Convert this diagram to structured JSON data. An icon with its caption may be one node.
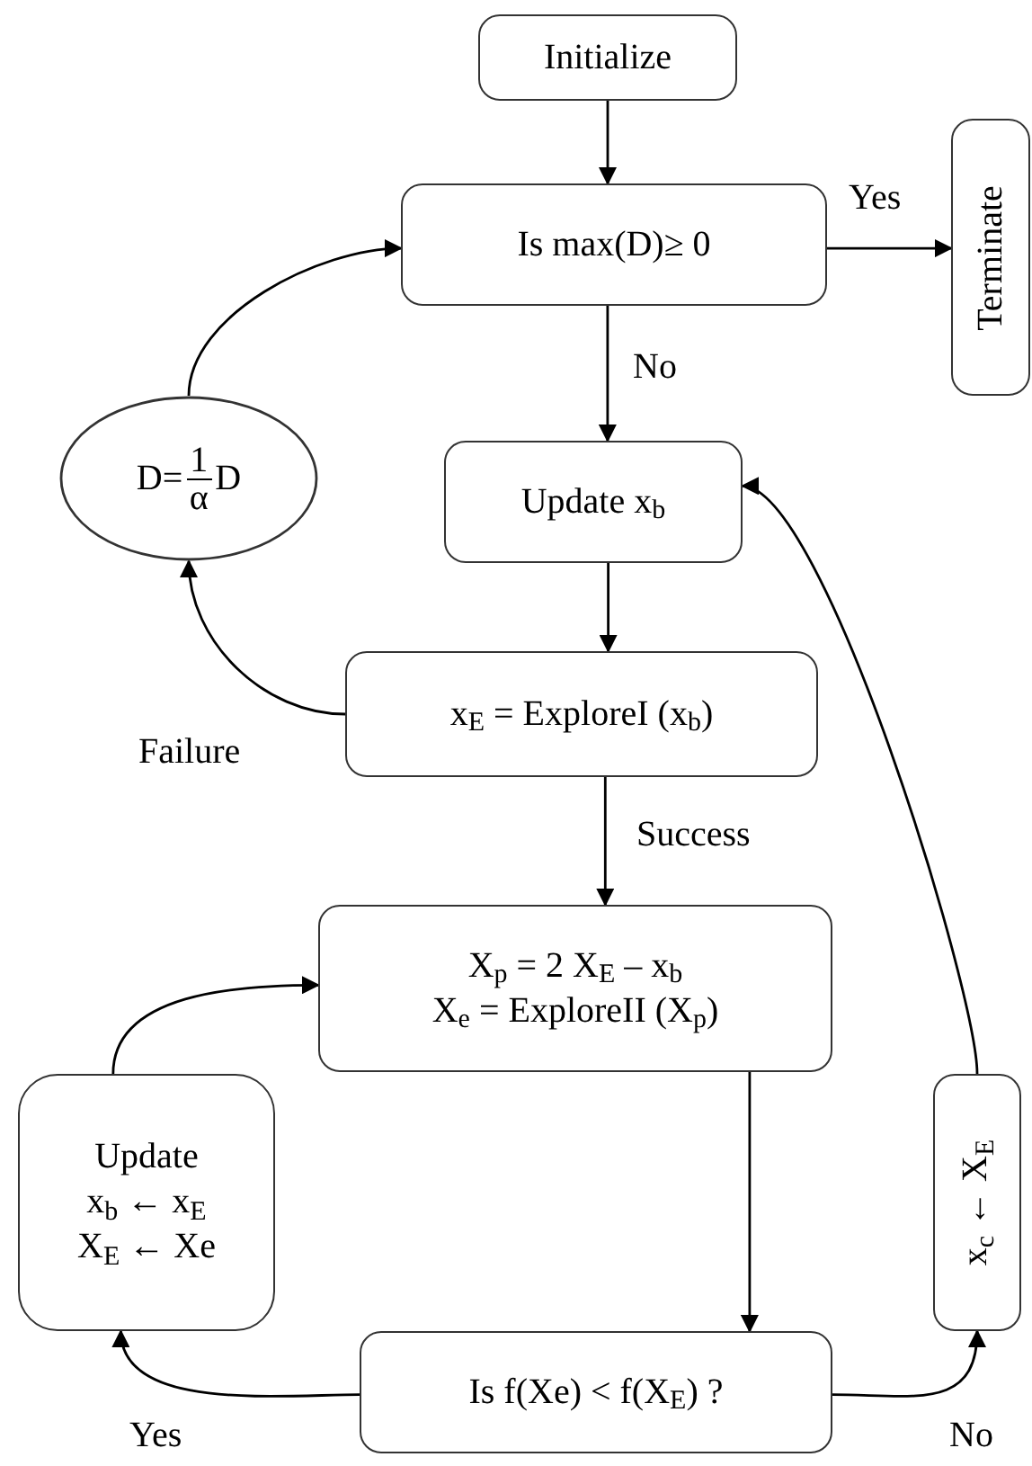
{
  "diagram": {
    "nodes": [
      {
        "text": [
          "Initialize"
        ]
      },
      {
        "text": [
          "Is max(D)≥ 0"
        ]
      },
      {
        "text": [
          "Terminate"
        ]
      },
      {
        "text": [
          "D=",
          "1",
          "α",
          "D"
        ]
      },
      {
        "text": [
          "Update x$_{b}$"
        ]
      },
      {
        "text": [
          "x$_{E}$ = ExploreI (x$_{b}$)"
        ]
      },
      {
        "text": [
          "X$_{p}$ = 2 X$_{E}$ – x$_{b}$",
          "X$_{e}$ = ExploreII (X$_{p}$)"
        ]
      },
      {
        "text": [
          "Update",
          "x$_{b}$ ← x$_{E}$",
          "X$_{E}$ ← Xe"
        ]
      },
      {
        "text": [
          "Is f(Xe) < f(X$_{E}$) ?"
        ]
      },
      {
        "text": [
          "x$_{c}$ ← X$_{E}$"
        ]
      }
    ],
    "edges": [
      {
        "from": 0,
        "to": 1,
        "arrow": "to"
      },
      {
        "from": 1,
        "to": 2,
        "arrow": "to",
        "label": "Yes"
      },
      {
        "from": 1,
        "to": 4,
        "arrow": "to",
        "label": "No"
      },
      {
        "from": 4,
        "to": 5,
        "arrow": "to"
      },
      {
        "from": 5,
        "to": 3,
        "arrow": "to",
        "label": "Failure"
      },
      {
        "from": 3,
        "to": 1,
        "arrow": "to"
      },
      {
        "from": 5,
        "to": 6,
        "arrow": "to",
        "label": "Success"
      },
      {
        "from": 6,
        "to": 8,
        "arrow": "to"
      },
      {
        "from": 8,
        "to": 7,
        "arrow": "to",
        "label": "Yes"
      },
      {
        "from": 8,
        "to": 9,
        "arrow": "to",
        "label": "No"
      },
      {
        "from": 9,
        "to": 4,
        "arrow": "to"
      },
      {
        "from": 7,
        "to": 6,
        "arrow": "to"
      }
    ]
  }
}
